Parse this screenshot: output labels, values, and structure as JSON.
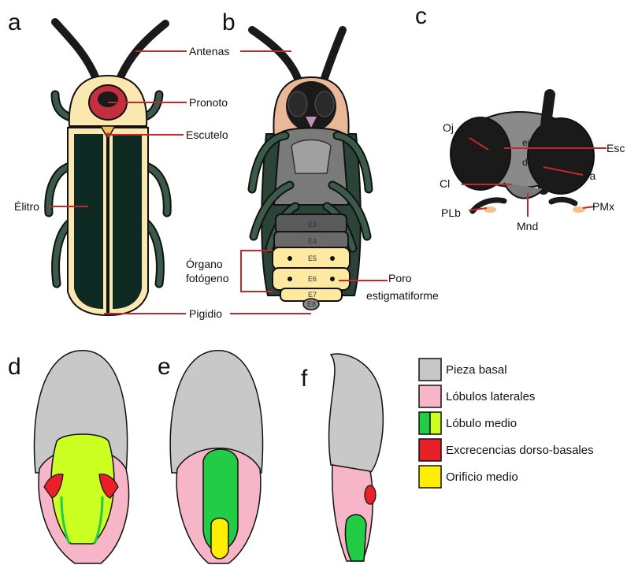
{
  "panels": {
    "a": "a",
    "b": "b",
    "c": "c",
    "d": "d",
    "e": "e",
    "f": "f"
  },
  "labels_top": {
    "antenas": "Antenas",
    "pronoto": "Pronoto",
    "escutelo": "Escutelo",
    "elitro": "Élitro",
    "organo_1": "Órgano",
    "organo_2": "fotógeno",
    "poro_1": "Poro",
    "poro_2": "estigmatiforme",
    "pigidio": "Pigidio"
  },
  "segments": {
    "e3": "E3",
    "e4": "E4",
    "e5": "E5",
    "e6": "E6",
    "e7": "E7",
    "e8": "E8"
  },
  "head_labels": {
    "oj": "Oj",
    "ei": "ei",
    "esc": "Esc",
    "di": "di",
    "fa": "Fa",
    "cl": "Cl",
    "plb": "PLb",
    "pmx": "PMx",
    "mnd": "Mnd"
  },
  "legend": [
    {
      "label": "Pieza basal",
      "colors": [
        "#c8c8c8"
      ]
    },
    {
      "label": "Lóbulos laterales",
      "colors": [
        "#f7b6c8"
      ]
    },
    {
      "label": "Lóbulo medio",
      "colors": [
        "#22cc44",
        "#ccff22"
      ]
    },
    {
      "label": "Excrecencias dorso-basales",
      "colors": [
        "#e8202a"
      ]
    },
    {
      "label": "Orificio medio",
      "colors": [
        "#ffee00"
      ]
    }
  ],
  "colors": {
    "cream": "#fbe8b0",
    "pronotum_red": "#c23040",
    "elytra": "#0f2a22",
    "leg_green": "#3a5a4a",
    "underside_grey": "#7a7a7a",
    "lantern": "#fde9a0",
    "label_line": "#c0292e"
  }
}
